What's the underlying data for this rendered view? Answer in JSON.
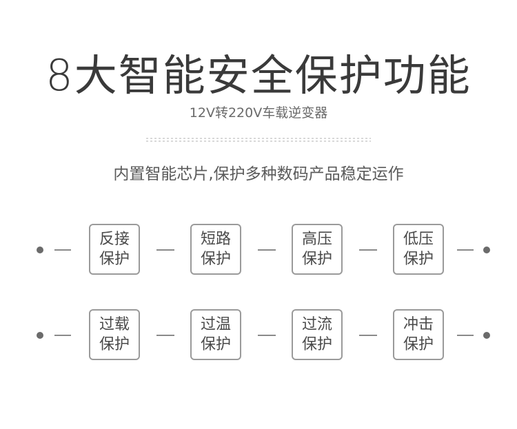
{
  "title": "8大智能安全保护功能",
  "subtitle": "12V转220V车载逆变器",
  "description": "内置智能芯片,保护多种数码产品稳定运作",
  "rows": [
    [
      {
        "line1": "反接",
        "line2": "保护"
      },
      {
        "line1": "短路",
        "line2": "保护"
      },
      {
        "line1": "高压",
        "line2": "保护"
      },
      {
        "line1": "低压",
        "line2": "保护"
      }
    ],
    [
      {
        "line1": "过载",
        "line2": "保护"
      },
      {
        "line1": "过温",
        "line2": "保护"
      },
      {
        "line1": "过流",
        "line2": "保护"
      },
      {
        "line1": "冲击",
        "line2": "保护"
      }
    ]
  ]
}
